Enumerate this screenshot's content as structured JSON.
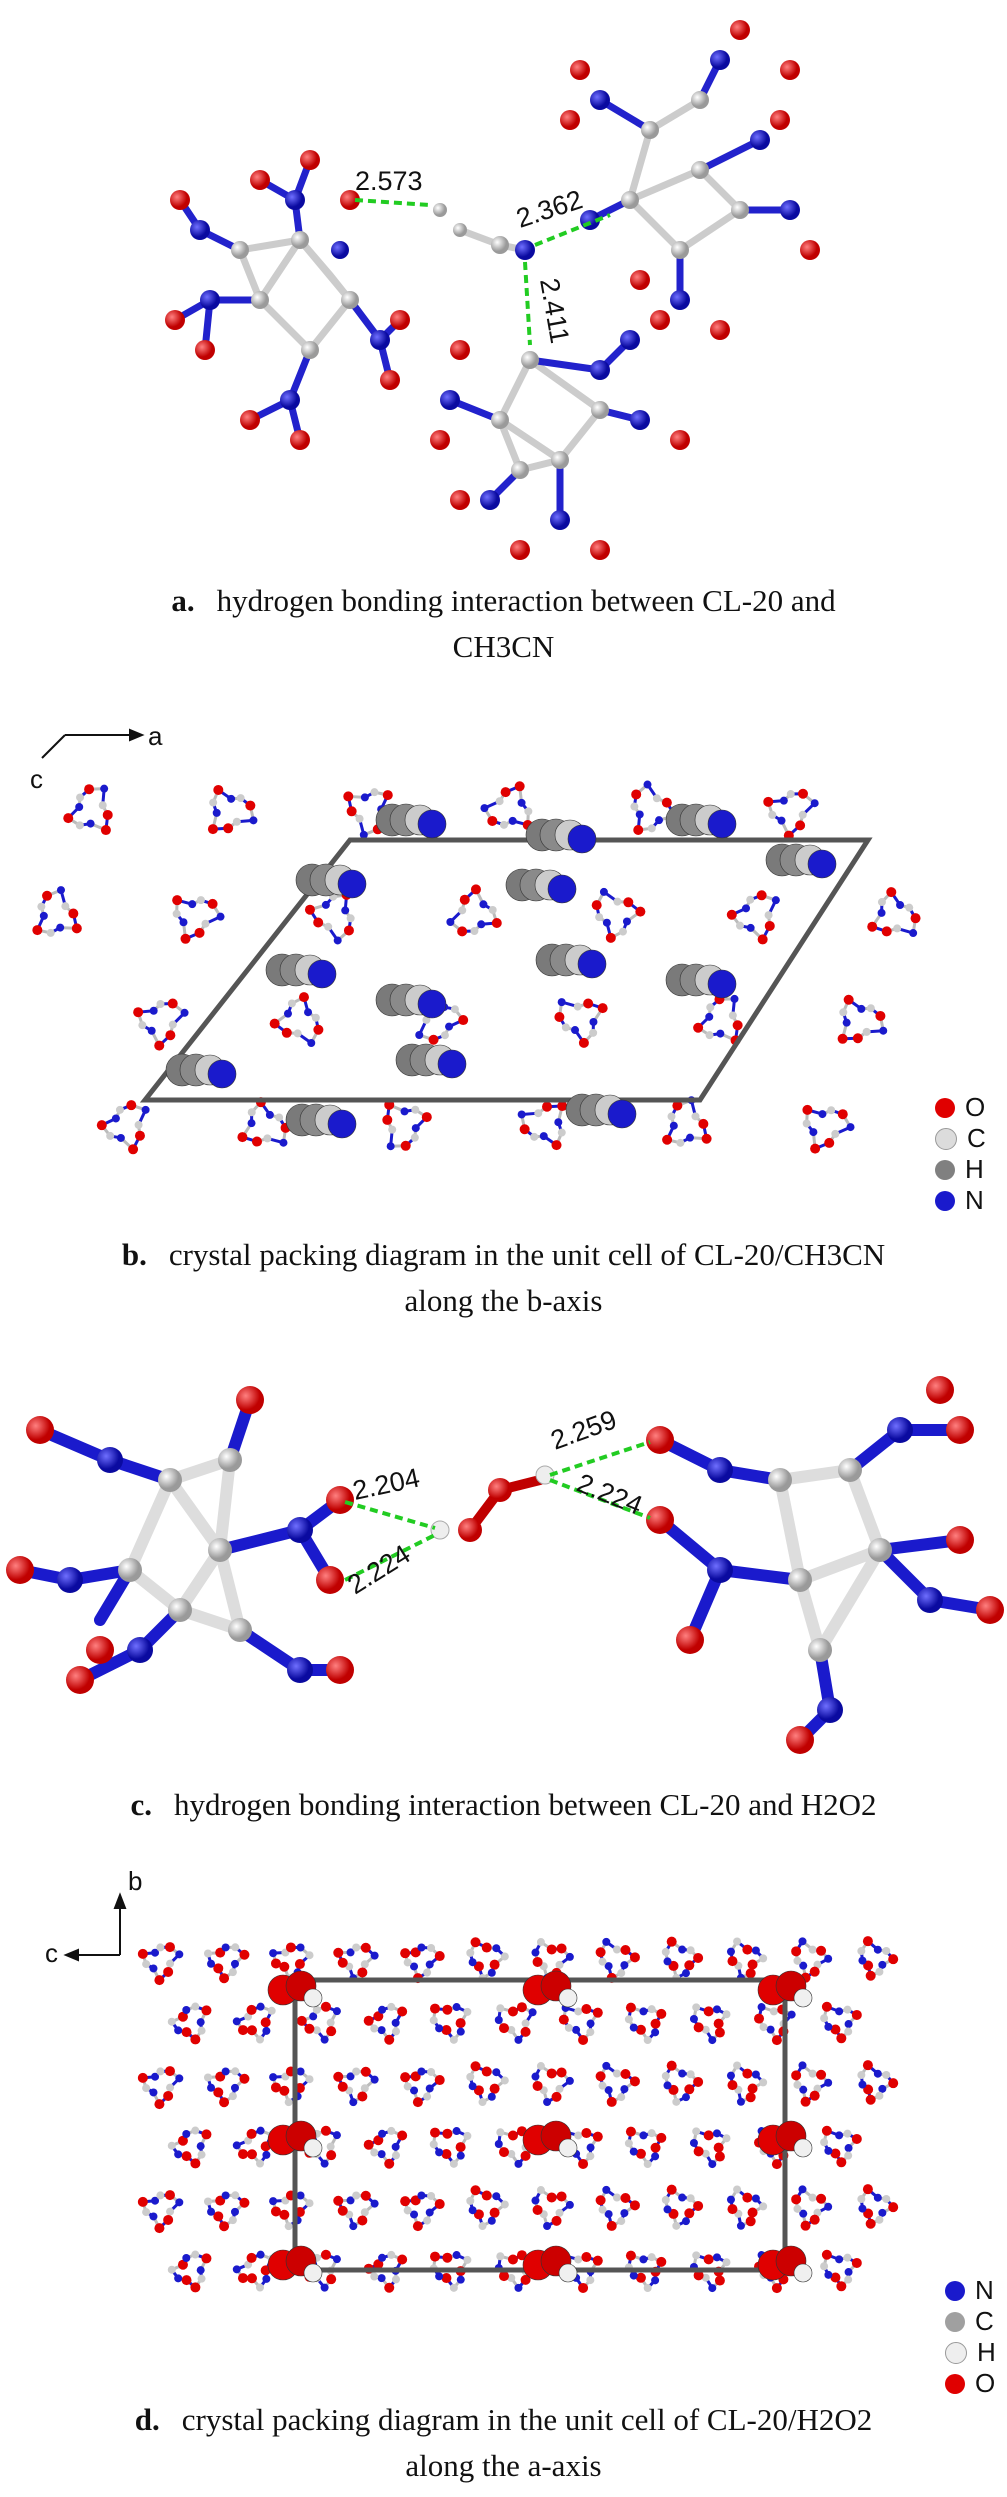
{
  "panels": {
    "a": {
      "labels": [
        "2.573",
        "2.362",
        "2.411"
      ],
      "caption_tag": "a.",
      "caption_line1": "hydrogen bonding interaction between CL-20 and",
      "caption_line2": "CH3CN"
    },
    "b": {
      "axis_a": "a",
      "axis_c": "c",
      "caption_tag": "b.",
      "caption_line1": "crystal packing diagram in the unit cell of CL-20/CH3CN",
      "caption_line2": "along the b-axis",
      "legend": [
        {
          "label": "O",
          "color": "#e00000"
        },
        {
          "label": "C",
          "color": "#d9d9d9"
        },
        {
          "label": "H",
          "color": "#808080"
        },
        {
          "label": "N",
          "color": "#1a1acc"
        }
      ]
    },
    "c": {
      "labels": [
        "2.204",
        "2.224",
        "2.259",
        "2.224"
      ],
      "caption_tag": "c.",
      "caption_line1": "hydrogen bonding interaction between CL-20 and H2O2"
    },
    "d": {
      "axis_b": "b",
      "axis_c": "c",
      "caption_tag": "d.",
      "caption_line1": "crystal packing diagram in the unit cell of CL-20/H2O2",
      "caption_line2": "along the a-axis",
      "legend": [
        {
          "label": "N",
          "color": "#1a1acc"
        },
        {
          "label": "C",
          "color": "#a0a0a0"
        },
        {
          "label": "H",
          "color": "#e8e8e8"
        },
        {
          "label": "O",
          "color": "#e00000"
        }
      ]
    }
  },
  "colors": {
    "O": "#e00000",
    "N": "#1a1acc",
    "C": "#d4d4d4",
    "H": "#7a7a7a",
    "bond_hb": "#22cc22",
    "cell": "#555555"
  }
}
